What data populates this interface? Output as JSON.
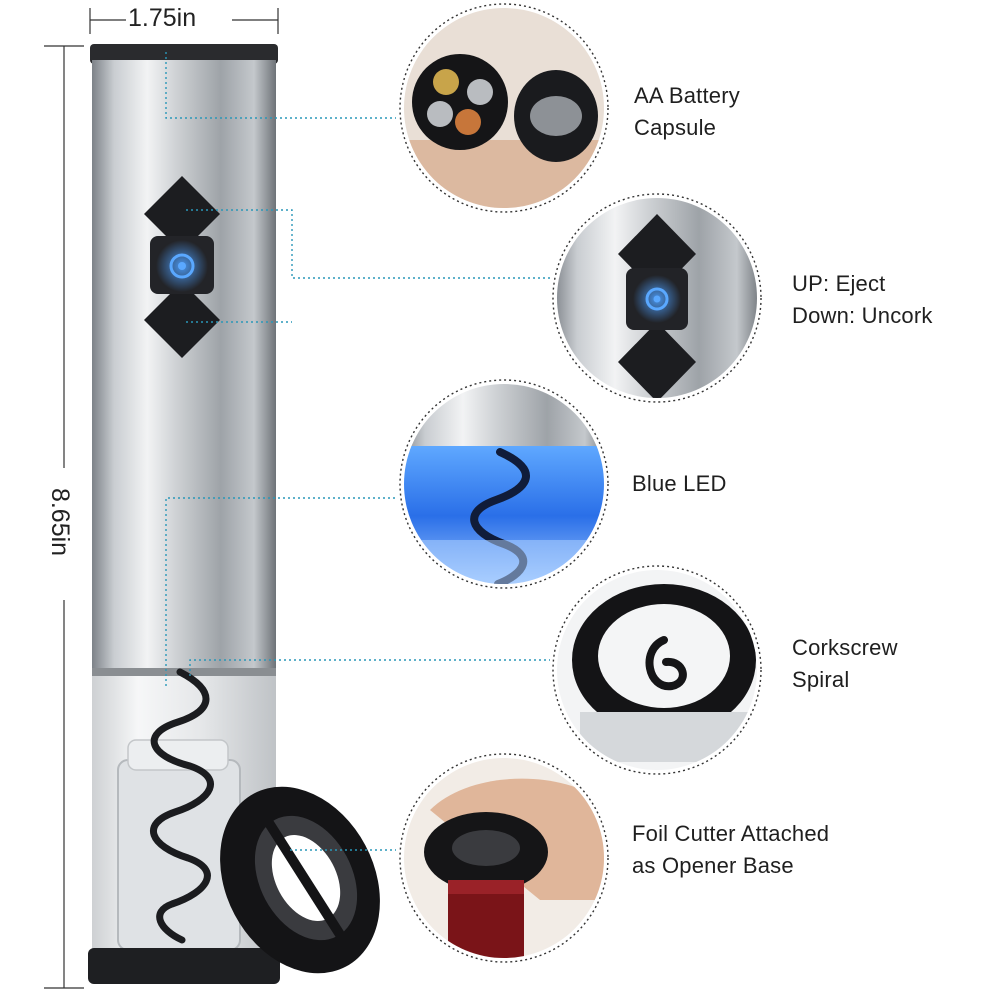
{
  "dimensions": {
    "width": "1.75in",
    "height": "8.65in"
  },
  "callouts": [
    {
      "id": "battery",
      "lines": [
        "AA Battery",
        "Capsule"
      ],
      "icon": "battery-capsule-photo"
    },
    {
      "id": "buttons",
      "lines": [
        "UP: Eject",
        "Down: Uncork"
      ],
      "icon": "control-buttons-photo"
    },
    {
      "id": "led",
      "lines": [
        "Blue LED"
      ],
      "icon": "blue-led-photo"
    },
    {
      "id": "spiral",
      "lines": [
        "Corkscrew",
        "Spiral"
      ],
      "icon": "corkscrew-spiral-photo"
    },
    {
      "id": "foil",
      "lines": [
        "Foil Cutter Attached",
        "as Opener Base"
      ],
      "icon": "foil-cutter-photo"
    }
  ],
  "colors": {
    "steel_light": "#e6e8ea",
    "steel_dark": "#8c9196",
    "button_black": "#1c1d20",
    "led_blue": "#2f6dff",
    "leader_line": "#2a97b8"
  }
}
